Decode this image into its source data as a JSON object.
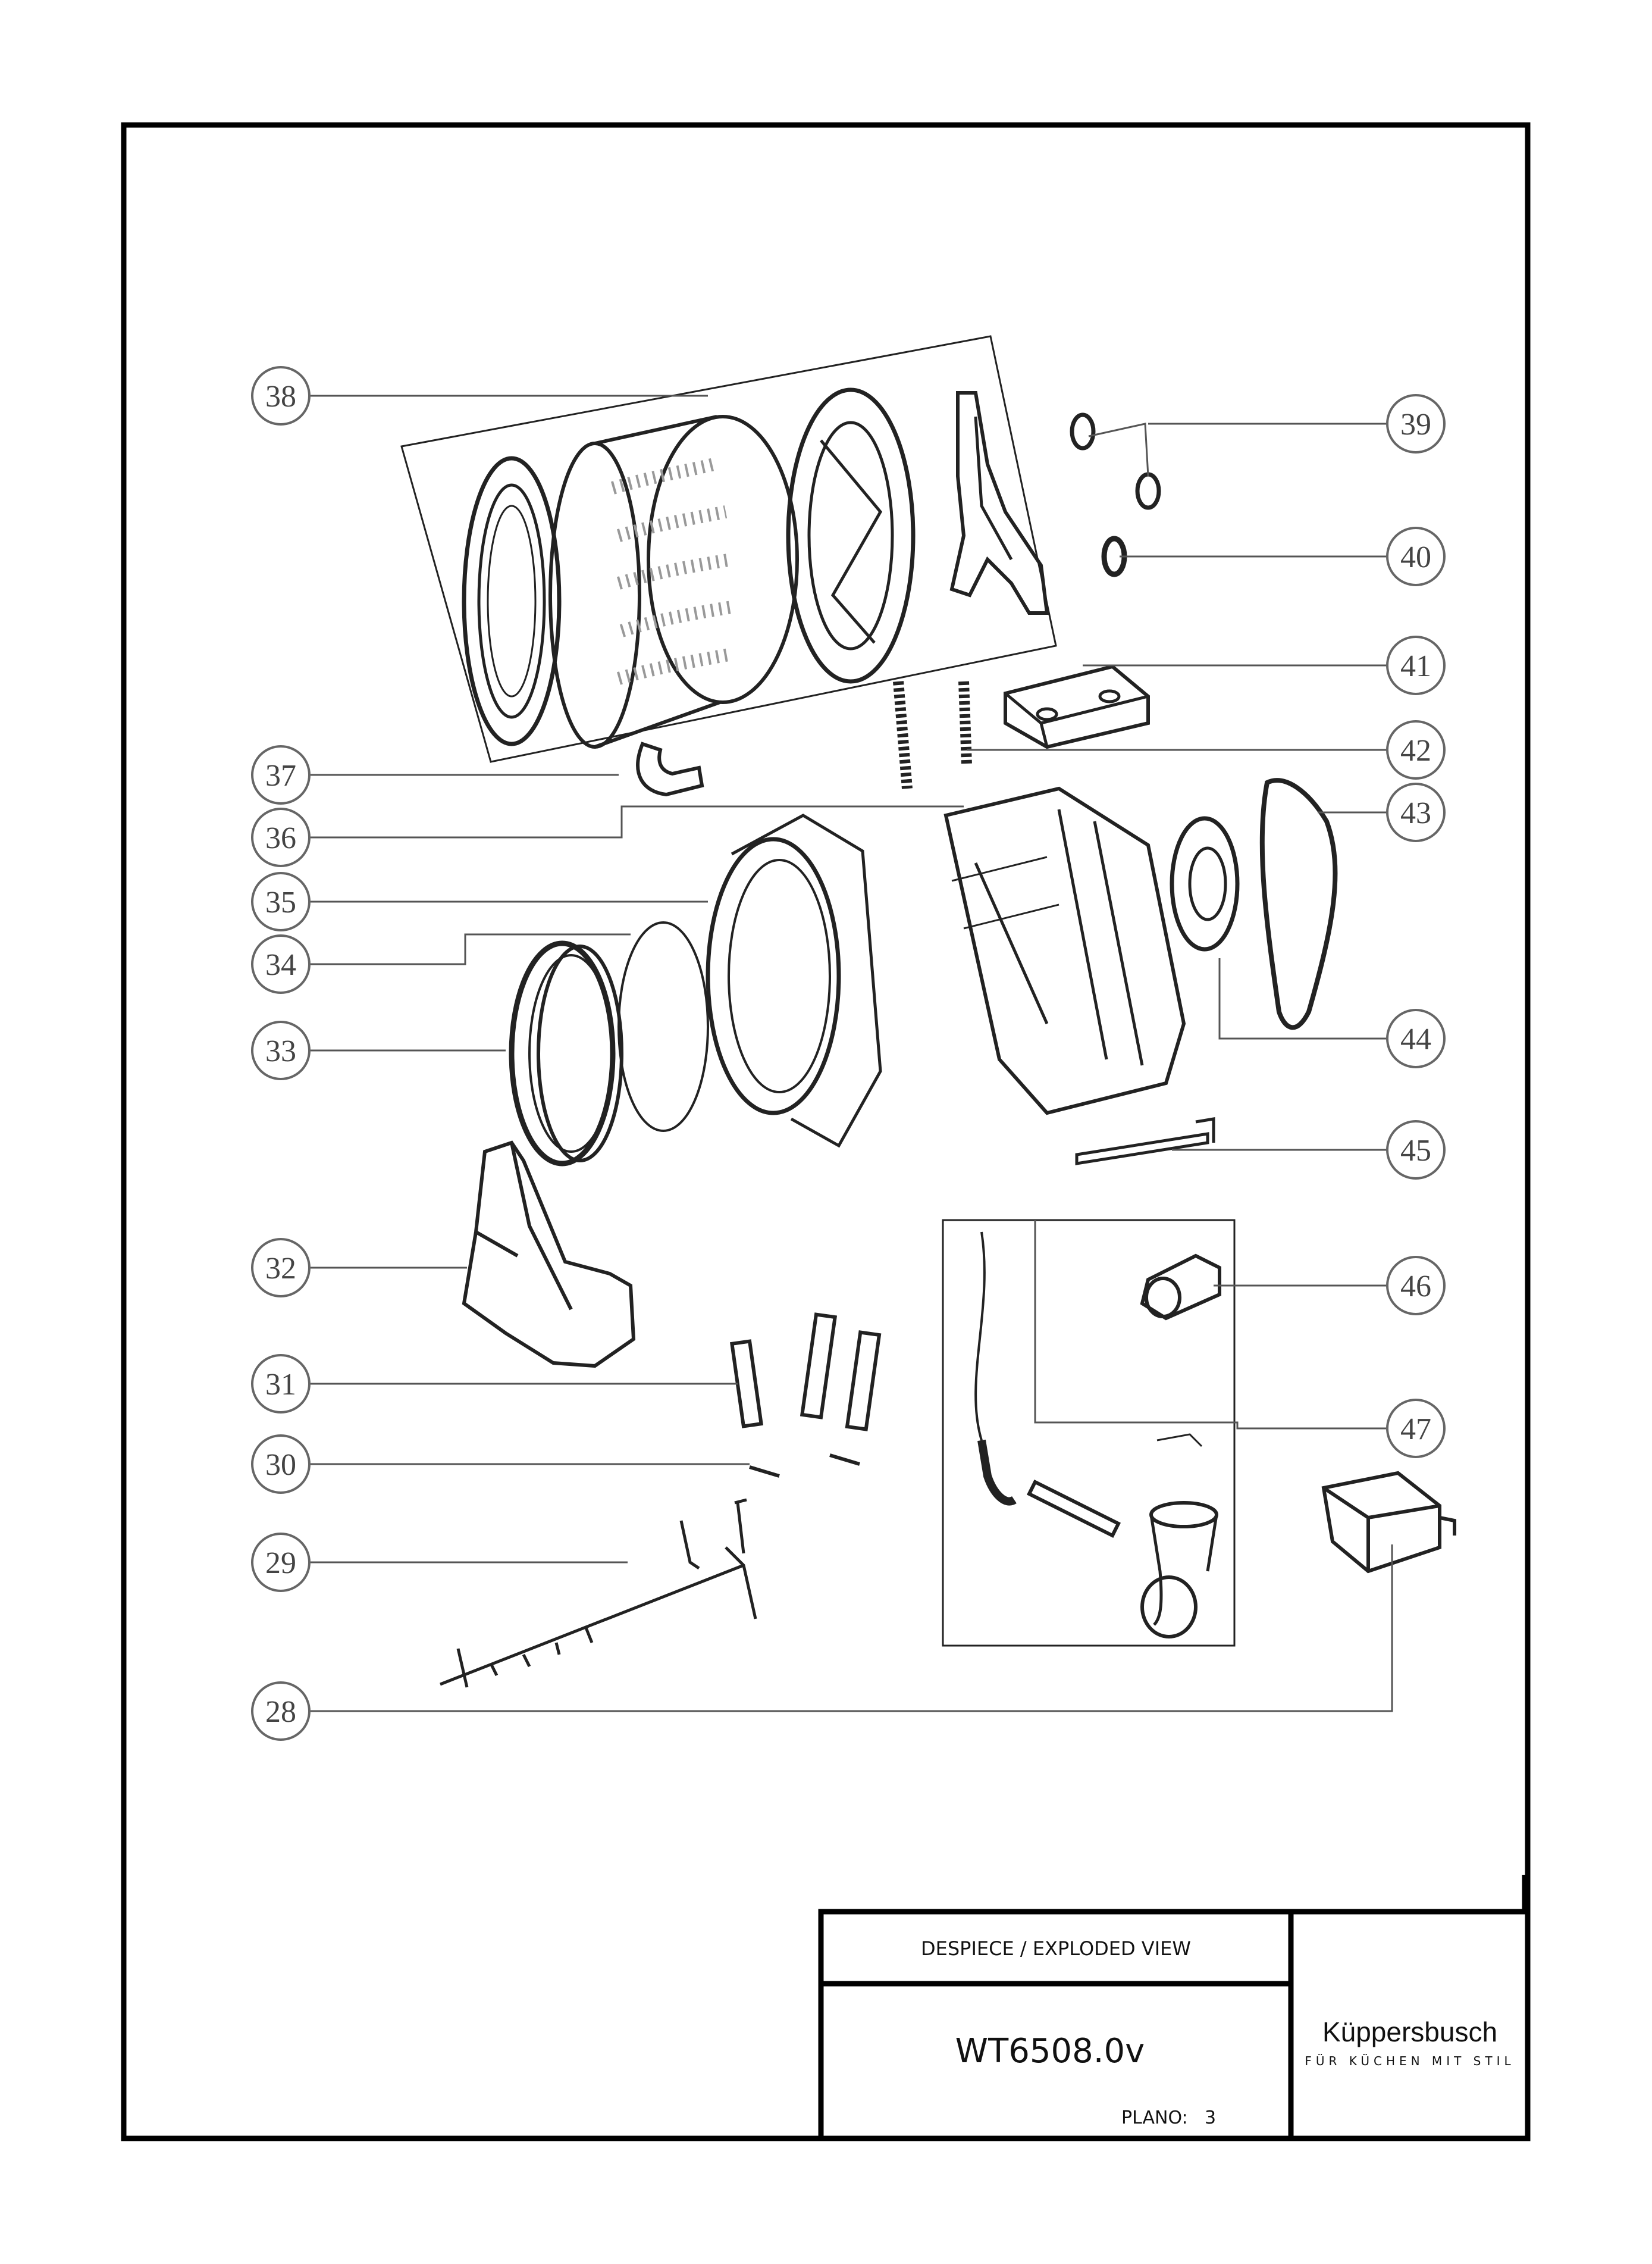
{
  "sheet": {
    "part_numbers": [
      "38",
      "37",
      "36",
      "35",
      "34",
      "33",
      "32",
      "31",
      "30",
      "29",
      "28",
      "39",
      "40",
      "41",
      "42",
      "43",
      "44",
      "45",
      "46",
      "47"
    ],
    "title_block": {
      "view_label": "DESPIECE / EXPLODED VIEW",
      "model": "WT6508.0v",
      "plano_label": "PLANO:",
      "plano_number": "3"
    },
    "brand": {
      "name": "Küppersbusch",
      "tagline": "FÜR KÜCHEN MIT STIL"
    }
  }
}
